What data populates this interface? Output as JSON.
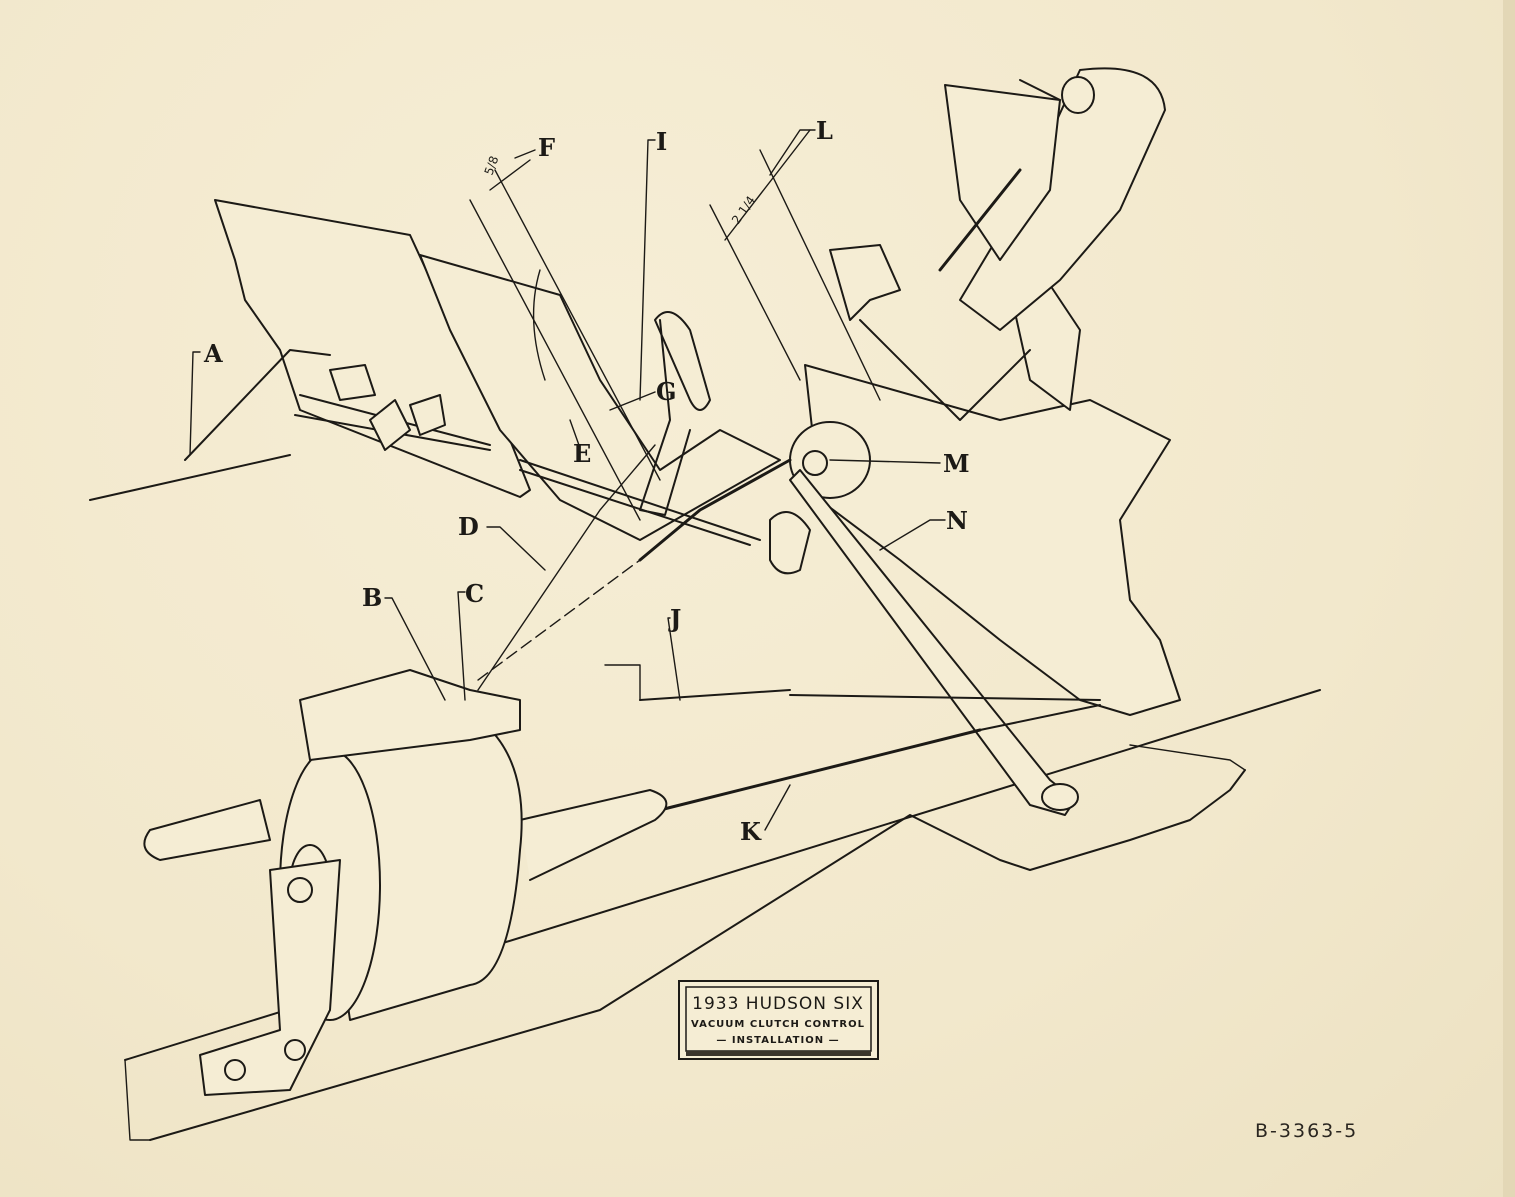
{
  "title_plate": {
    "line1": "1933 HUDSON SIX",
    "line2": "VACUUM CLUTCH CONTROL",
    "line3": "— INSTALLATION —"
  },
  "drawing_number": "B-3363-5",
  "dimensions": {
    "f_gap": "5/8",
    "l_gap": "2 1/4"
  },
  "callouts": [
    "A",
    "B",
    "C",
    "D",
    "E",
    "F",
    "G",
    "I",
    "J",
    "K",
    "L",
    "M",
    "N"
  ]
}
